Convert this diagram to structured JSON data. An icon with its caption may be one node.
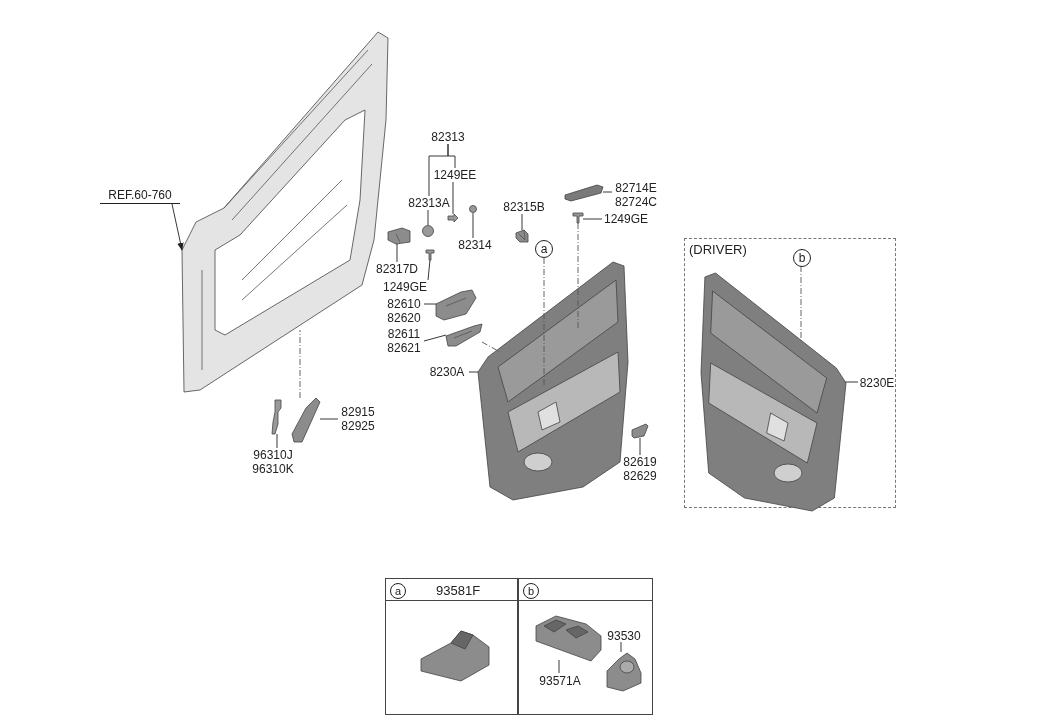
{
  "diagram": {
    "nodes": [
      {
        "text": [
          "REF.60-760"
        ]
      },
      {
        "text": [],
        "shape": "picture"
      },
      {
        "text": [
          "82313"
        ]
      },
      {
        "text": [
          "82313A"
        ]
      },
      {
        "text": [],
        "shape": "circle"
      },
      {
        "text": [
          "1249EE"
        ]
      },
      {
        "text": [],
        "shape": "picture"
      },
      {
        "text": [
          "82314"
        ]
      },
      {
        "text": [],
        "shape": "circle"
      },
      {
        "text": [
          "82317D"
        ]
      },
      {
        "text": [],
        "shape": "picture"
      },
      {
        "text": [
          "1249GE"
        ]
      },
      {
        "text": [],
        "shape": "picture"
      },
      {
        "text": [
          "82610 82620"
        ]
      },
      {
        "text": [],
        "shape": "picture"
      },
      {
        "text": [
          "82611 82621"
        ]
      },
      {
        "text": [],
        "shape": "picture"
      },
      {
        "text": [
          "82915 82925"
        ]
      },
      {
        "text": [],
        "shape": "picture"
      },
      {
        "text": [
          "96310J 96310K"
        ]
      },
      {
        "text": [],
        "shape": "picture"
      },
      {
        "text": [
          "82315B"
        ]
      },
      {
        "text": [],
        "shape": "picture"
      },
      {
        "text": [
          "82714E 82724C"
        ]
      },
      {
        "text": [],
        "shape": "picture"
      },
      {
        "text": [
          "1249GE"
        ]
      },
      {
        "text": [],
        "shape": "picture"
      },
      {
        "text": [
          "8230A"
        ]
      },
      {
        "text": [],
        "shape": "picture"
      },
      {
        "text": [
          "a"
        ]
      },
      {
        "text": [
          "82619 82629"
        ]
      },
      {
        "text": [],
        "shape": "picture"
      },
      {
        "text": [
          "(DRIVER)"
        ]
      },
      {
        "text": [
          "8230E"
        ],
        "in": 32
      },
      {
        "text": [],
        "shape": "picture",
        "in": 32
      },
      {
        "text": [
          "b"
        ],
        "in": 32
      },
      {
        "text": [
          "93581F"
        ]
      },
      {
        "text": [
          "a"
        ],
        "in": 36
      },
      {
        "text": [],
        "shape": "picture",
        "in": 36
      },
      {
        "text": [],
        "shape": "box"
      },
      {
        "text": [
          "b"
        ],
        "in": 39
      },
      {
        "text": [
          "93571A"
        ],
        "in": 39
      },
      {
        "text": [],
        "shape": "picture",
        "in": 39
      },
      {
        "text": [
          "93530"
        ],
        "in": 39
      },
      {
        "text": [],
        "shape": "picture",
        "in": 39
      }
    ],
    "edges": [
      {
        "from": 0,
        "to": 1,
        "arrow": "to"
      },
      {
        "from": 2,
        "to": 3,
        "arrow": "none"
      },
      {
        "from": 2,
        "to": 5,
        "arrow": "none"
      },
      {
        "from": 3,
        "to": 4,
        "arrow": "none"
      },
      {
        "from": 5,
        "to": 6,
        "arrow": "none"
      },
      {
        "from": 7,
        "to": 8,
        "arrow": "none"
      },
      {
        "from": 9,
        "to": 10,
        "arrow": "none"
      },
      {
        "from": 11,
        "to": 12,
        "arrow": "none"
      },
      {
        "from": 13,
        "to": 14,
        "arrow": "none"
      },
      {
        "from": 15,
        "to": 16,
        "arrow": "none"
      },
      {
        "from": 17,
        "to": 18,
        "arrow": "none"
      },
      {
        "from": 19,
        "to": 20,
        "arrow": "none"
      },
      {
        "from": 21,
        "to": 22,
        "arrow": "none"
      },
      {
        "from": 23,
        "to": 24,
        "arrow": "none"
      },
      {
        "from": 25,
        "to": 26,
        "arrow": "none"
      },
      {
        "from": 27,
        "to": 28,
        "arrow": "none"
      },
      {
        "from": 29,
        "to": 28,
        "arrow": "none",
        "style": "dashed"
      },
      {
        "from": 30,
        "to": 31,
        "arrow": "none"
      },
      {
        "from": 33,
        "to": 34,
        "arrow": "none"
      },
      {
        "from": 35,
        "to": 34,
        "arrow": "none",
        "style": "dashed"
      },
      {
        "from": 41,
        "to": 42,
        "arrow": "none"
      },
      {
        "from": 43,
        "to": 44,
        "arrow": "none"
      },
      {
        "from": 26,
        "to": 28,
        "arrow": "none",
        "style": "dashed"
      },
      {
        "from": 16,
        "to": 28,
        "arrow": "none",
        "style": "dashed"
      },
      {
        "from": 18,
        "to": 1,
        "arrow": "none",
        "style": "dashed"
      }
    ]
  }
}
